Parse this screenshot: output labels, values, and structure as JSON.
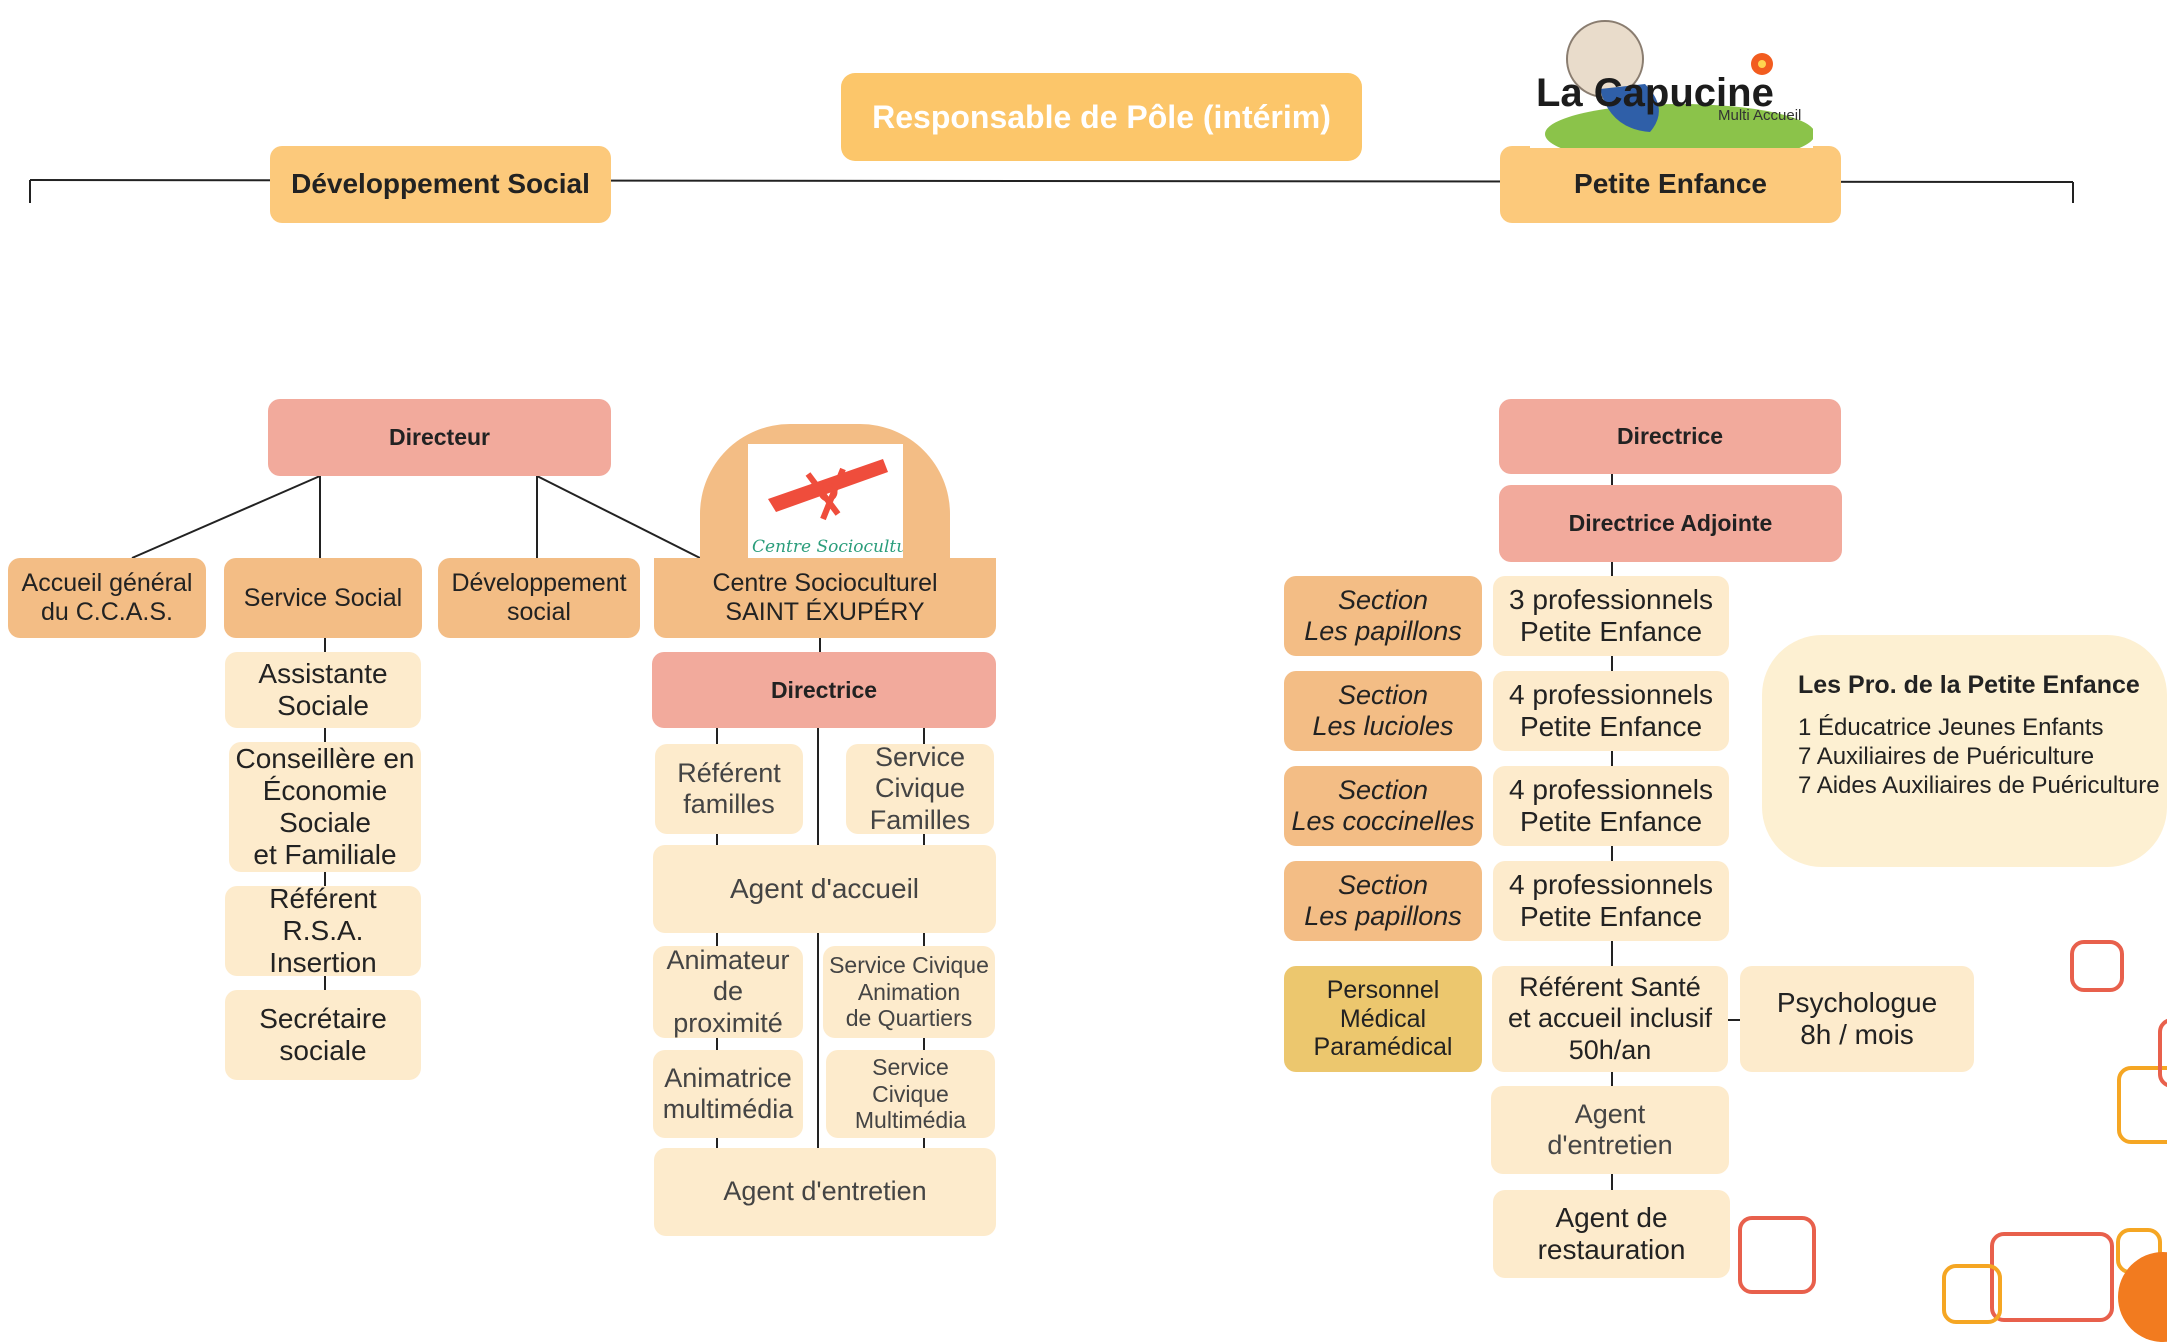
{
  "title": "Responsable de Pôle (intérim)",
  "left": {
    "header": "Développement Social",
    "directeur": "Directeur",
    "services": {
      "accueil": "Accueil général\ndu C.C.A.S.",
      "service_social": "Service Social",
      "dev_social": "Développement\nsocial",
      "centre": "Centre Socioculturel\nSAINT ÉXUPÉRY"
    },
    "service_social_items": [
      "Assistante\nSociale",
      "Conseillère en\nÉconomie\nSociale\net Familiale",
      "Référent R.S.A.\nInsertion",
      "Secrétaire\nsociale"
    ],
    "centre_directrice": "Directrice",
    "centre_items": {
      "referent_familles": "Référent\nfamilles",
      "service_civique_familles": "Service\nCivique\nFamilles",
      "agent_accueil": "Agent d'accueil",
      "animateur_proximite": "Animateur\nde\nproximité",
      "sc_animation": "Service Civique\nAnimation\nde Quartiers",
      "animatrice_multimedia": "Animatrice\nmultimédia",
      "sc_multimedia": "Service Civique\nMultimédia",
      "agent_entretien": "Agent d'entretien"
    },
    "centre_logo_text": "Centre Socioculturel"
  },
  "right": {
    "header": "Petite Enfance",
    "logo": {
      "name": "La Capucine",
      "subtitle": "Multi Accueil"
    },
    "directrice": "Directrice",
    "directrice_adjointe": "Directrice Adjointe",
    "sections": [
      {
        "label": "Section\nLes papillons",
        "staff": "3 professionnels\nPetite Enfance"
      },
      {
        "label": "Section\nLes lucioles",
        "staff": "4 professionnels\nPetite Enfance"
      },
      {
        "label": "Section\nLes coccinelles",
        "staff": "4 professionnels\nPetite Enfance"
      },
      {
        "label": "Section\nLes papillons",
        "staff": "4 professionnels\nPetite Enfance"
      }
    ],
    "medical": "Personnel\nMédical\nParamédical",
    "referent_sante": "Référent Santé\net accueil inclusif\n50h/an",
    "psychologue": "Psychologue\n8h / mois",
    "agent_entretien": "Agent\nd'entretien",
    "agent_restauration": "Agent de\nrestauration",
    "pros_info": {
      "title": "Les Pro. de la Petite Enfance",
      "lines": [
        "1 Éducatrice Jeunes Enfants",
        "7 Auxiliaires de Puériculture",
        "7 Aides Auxiliaires de Puériculture"
      ]
    }
  },
  "colors": {
    "pole": "#fcc66a",
    "header": "#fcc97b",
    "director": "#f2aa9c",
    "service": "#f3bd85",
    "sub": "#fdebcc",
    "medical": "#ecc76e",
    "info": "#fdf0d2",
    "deco_red": "#e8604c",
    "deco_orange": "#f5a623"
  }
}
